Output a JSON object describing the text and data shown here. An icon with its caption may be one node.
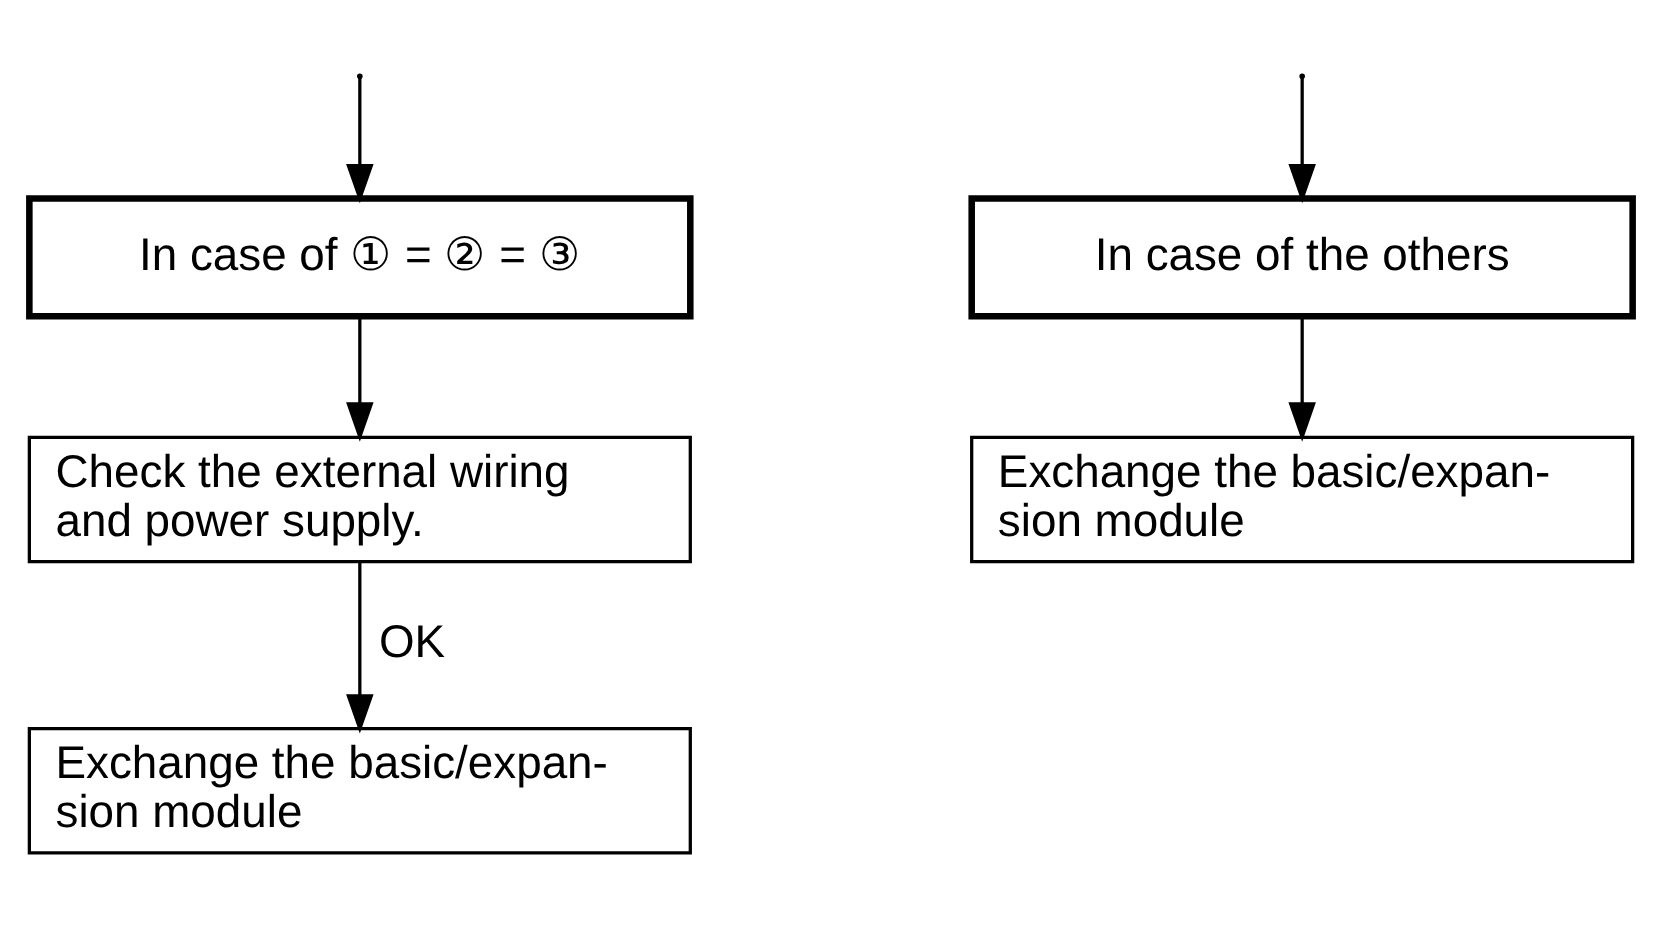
{
  "diagram": {
    "nodes": [
      {
        "text": [
          "In case of ① = ② = ③"
        ]
      },
      {
        "text": [
          "In case of the others"
        ]
      },
      {
        "text": [
          "Check the external wiring and power supply."
        ]
      },
      {
        "text": [
          "Exchange the basic/expan- sion module"
        ]
      },
      {
        "text": [
          "Exchange the basic/expan- sion module"
        ]
      }
    ],
    "edges": [
      {
        "from": null,
        "to": 0,
        "arrow": "to"
      },
      {
        "from": null,
        "to": 1,
        "arrow": "to"
      },
      {
        "from": 0,
        "to": 2,
        "arrow": "to"
      },
      {
        "from": 1,
        "to": 3,
        "arrow": "to"
      },
      {
        "from": 2,
        "to": 4,
        "arrow": "to",
        "label": "OK"
      }
    ]
  }
}
